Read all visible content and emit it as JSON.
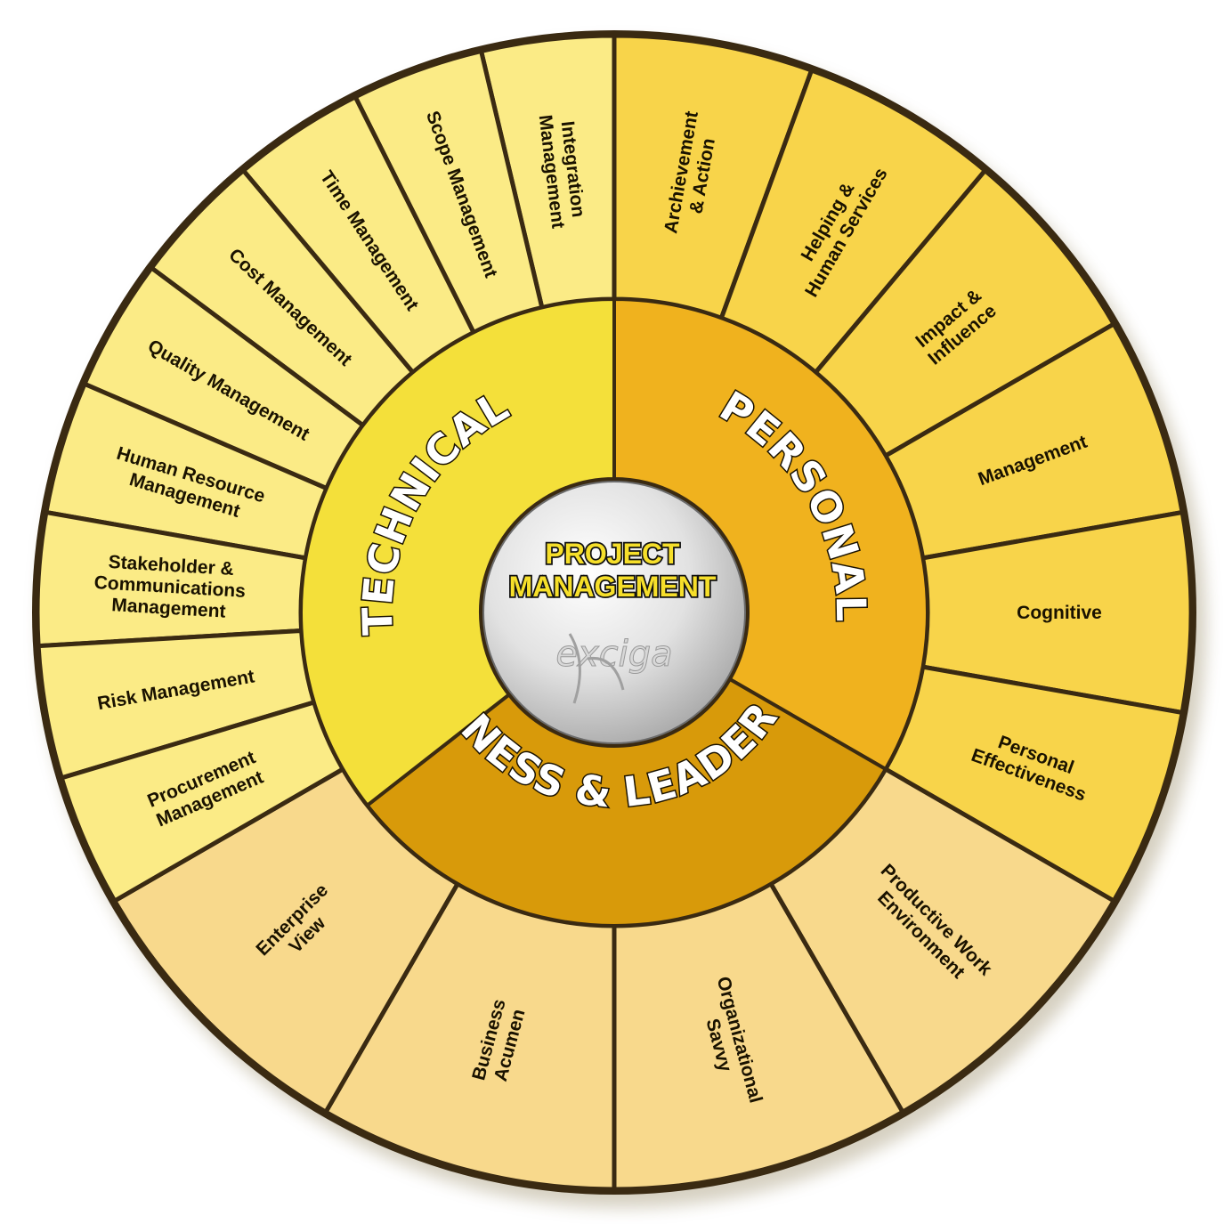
{
  "hub": {
    "title_line1": "PROJECT",
    "title_line2": "MANAGEMENT",
    "logo_text": "exciga"
  },
  "categories": {
    "technical": {
      "label": "TECHNICAL",
      "inner_color": "#f4e03a",
      "outer_color": "#fbeb86"
    },
    "personal": {
      "label": "PERSONAL",
      "inner_color": "#f0b21e",
      "outer_color": "#f8d44a"
    },
    "business": {
      "label": "BUSINESS & LEADERSHIP",
      "inner_color": "#d89a0a",
      "outer_color": "#f8d98c"
    }
  },
  "segments": {
    "technical": [
      {
        "lines": [
          "Integration",
          "Management"
        ]
      },
      {
        "lines": [
          "Scope Management"
        ]
      },
      {
        "lines": [
          "Time Management"
        ]
      },
      {
        "lines": [
          "Cost Management"
        ]
      },
      {
        "lines": [
          "Quality Management"
        ]
      },
      {
        "lines": [
          "Human Resource",
          "Management"
        ]
      },
      {
        "lines": [
          "Stakeholder &",
          "Communications",
          "Management"
        ]
      },
      {
        "lines": [
          "Risk Management"
        ]
      },
      {
        "lines": [
          "Procurement",
          "Management"
        ]
      }
    ],
    "personal": [
      {
        "lines": [
          "Archievement",
          "& Action"
        ]
      },
      {
        "lines": [
          "Helping &",
          "Human Services"
        ]
      },
      {
        "lines": [
          "Impact &",
          "Influence"
        ]
      },
      {
        "lines": [
          "Management"
        ]
      },
      {
        "lines": [
          "Cognitive"
        ]
      },
      {
        "lines": [
          "Personal",
          "Effectiveness"
        ]
      }
    ],
    "business": [
      {
        "lines": [
          "Productive Work",
          "Environment"
        ]
      },
      {
        "lines": [
          "Organizational",
          "Savvy"
        ]
      },
      {
        "lines": [
          "Business",
          "Acumen"
        ]
      },
      {
        "lines": [
          "Enterprise",
          "View"
        ]
      }
    ]
  }
}
